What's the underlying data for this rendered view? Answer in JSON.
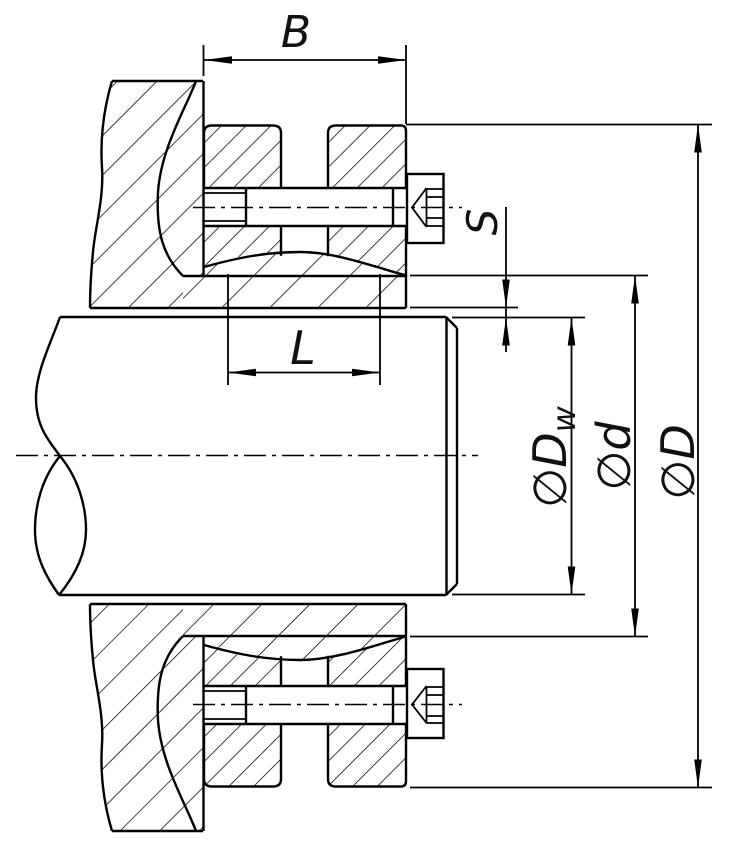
{
  "drawing": {
    "background": "#ffffff",
    "line_color": "#000000",
    "labels": {
      "width": "B",
      "slot_gap": "S",
      "clamp_length": "L",
      "shaft_dia_main": "∅D",
      "shaft_dia_sub": "w",
      "bore_dia": "∅d",
      "outer_dia": "∅D"
    }
  }
}
